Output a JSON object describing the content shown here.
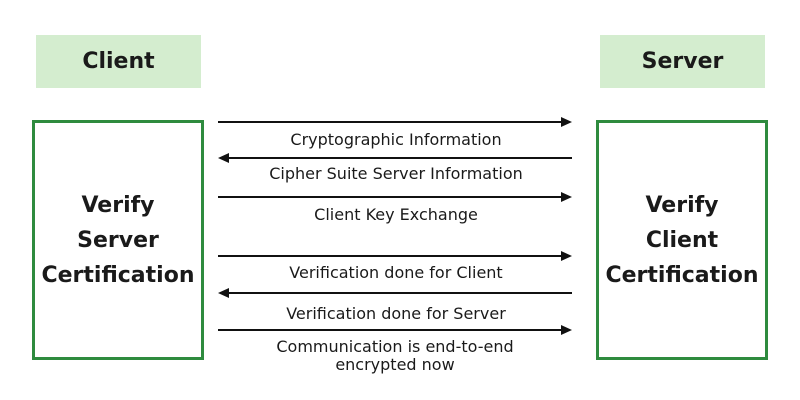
{
  "header": {
    "client_label": "Client",
    "server_label": "Server"
  },
  "client_box": {
    "lines": [
      "Verify",
      "Server",
      "Certification"
    ]
  },
  "server_box": {
    "lines": [
      "Verify",
      "Client",
      "Certification"
    ]
  },
  "messages": [
    {
      "label": "Cryptographic Information",
      "direction": "to-server"
    },
    {
      "label": "Cipher Suite Server Information",
      "direction": "to-client"
    },
    {
      "label": "Client Key Exchange",
      "direction": "to-server"
    },
    {
      "label": "Verification done for Client",
      "direction": "to-server"
    },
    {
      "label": "Verification done for Server",
      "direction": "to-client"
    },
    {
      "label": "Communication is end-to-end encrypted now",
      "direction": "to-server"
    }
  ],
  "colors": {
    "header_fill": "#d4edcf",
    "box_border": "#2e8b3e",
    "arrow": "#111111"
  }
}
